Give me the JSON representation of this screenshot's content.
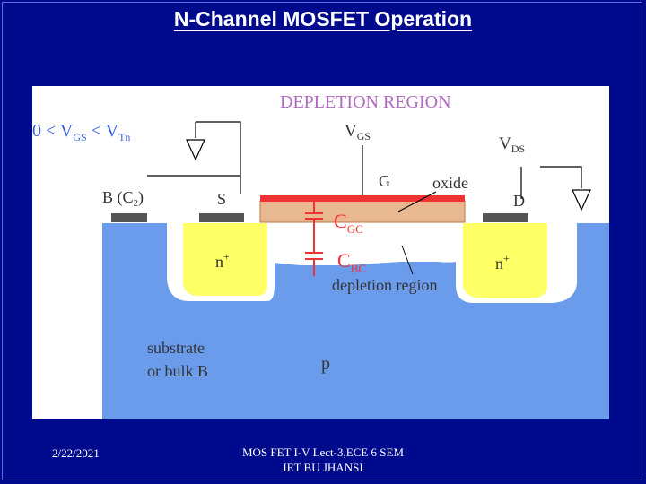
{
  "slide": {
    "title": "N-Channel MOSFET Operation",
    "date": "2/22/2021",
    "footer_line1": "MOS FET I-V Lect-3,ECE 6 SEM",
    "footer_line2": "IET BU JHANSI"
  },
  "diagram": {
    "heading": "DEPLETION REGION",
    "bias_condition": {
      "lhs": "0 < V",
      "sub1": "GS",
      "mid": " < V",
      "sub2": "Tn"
    },
    "vgs": {
      "main": "V",
      "sub": "GS"
    },
    "vds": {
      "main": "V",
      "sub": "DS"
    },
    "body_label": "B (C",
    "body_sub": "2",
    "body_close": ")",
    "source": "S",
    "gate": "G",
    "oxide": "oxide",
    "drain": "D",
    "n_plus_left": "n",
    "n_plus_right": "n",
    "n_sup": "+",
    "cgc": {
      "main": "C",
      "sub": "GC"
    },
    "cbc": {
      "main": "C",
      "sub": "BC"
    },
    "depletion_label": "depletion region",
    "substrate_line1": "substrate",
    "substrate_line2": "or bulk B",
    "p_type": "p",
    "colors": {
      "substrate": "#6b9cec",
      "n_plus": "#ffff66",
      "gate_metal": "#ee3333",
      "oxide": "#e8b890",
      "heading": "#b06ac0",
      "label_blue": "#3b62d8",
      "capacitor": "#ee3333"
    }
  }
}
